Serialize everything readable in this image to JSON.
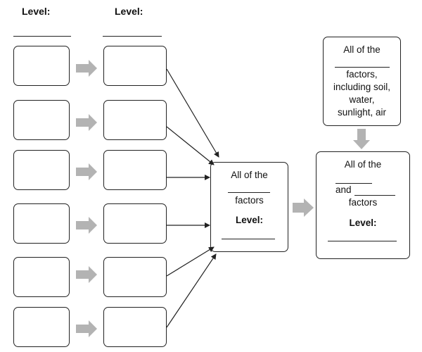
{
  "headings": {
    "level_col1": "Level:",
    "level_col2": "Level:"
  },
  "center_box": {
    "line1": "All of the",
    "line2": "factors",
    "level_label": "Level:"
  },
  "top_right_box": {
    "line1": "All of the",
    "line2": "factors,",
    "line3": "including soil,",
    "line4": "water,",
    "line5": "sunlight, air"
  },
  "right_box": {
    "line1": "All of the",
    "and_label": "and",
    "line3": "factors",
    "level_label": "Level:"
  },
  "colors": {
    "stroke": "#222222",
    "gray_arrow": "#b3b3b3"
  },
  "icons": {
    "flow_arrow": "gray-block-arrow",
    "connector": "black-line-arrow"
  }
}
